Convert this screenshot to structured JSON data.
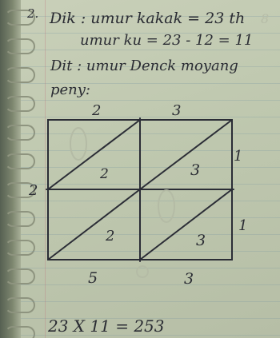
{
  "problem_number": "2.",
  "diketahui": {
    "line1": "Dik : umur kakak = 23 th",
    "line2": "umur ku = 23 - 12 = 11"
  },
  "ditanya": "Dit : umur Denck moyang",
  "penyelesaian_label": "peny:",
  "lattice": {
    "top_digits": [
      "2",
      "3"
    ],
    "right_digits": [
      "1",
      "1"
    ],
    "left_carry": "2",
    "cells": [
      "2",
      "3",
      "2",
      "3"
    ],
    "bottom_digits": [
      "5",
      "3"
    ]
  },
  "result": "23 X 11 = 253",
  "margin_mark": "8"
}
